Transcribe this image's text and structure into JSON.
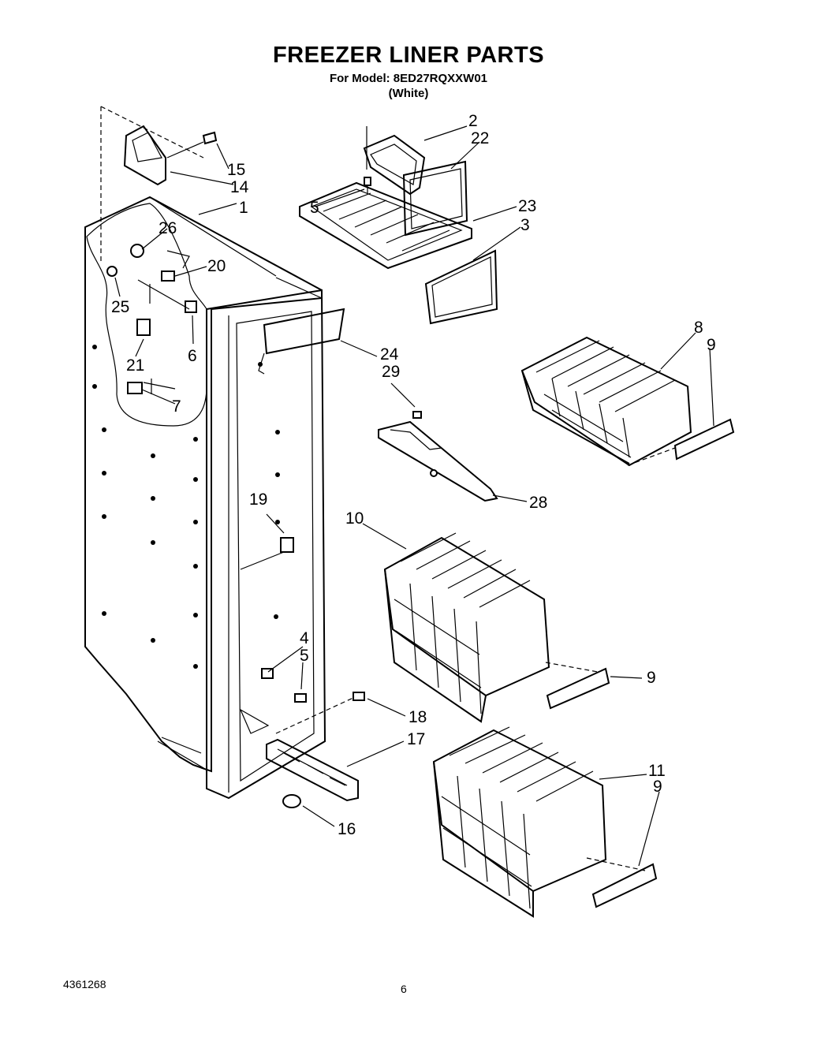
{
  "header": {
    "title": "FREEZER LINER PARTS",
    "model": "For Model: 8ED27RQXXW01",
    "color": "(White)"
  },
  "footer": {
    "doc_number": "4361268",
    "page_number": "6"
  },
  "callouts": {
    "c1": "1",
    "c2": "2",
    "c3": "3",
    "c4": "4",
    "c5a": "5",
    "c5b": "5",
    "c6": "6",
    "c7": "7",
    "c8": "8",
    "c9a": "9",
    "c9b": "9",
    "c9c": "9",
    "c10": "10",
    "c11": "11",
    "c14": "14",
    "c15": "15",
    "c16": "16",
    "c17": "17",
    "c18": "18",
    "c19": "19",
    "c20": "20",
    "c21": "21",
    "c22": "22",
    "c23": "23",
    "c24": "24",
    "c25": "25",
    "c26": "26",
    "c28": "28",
    "c29": "29"
  }
}
